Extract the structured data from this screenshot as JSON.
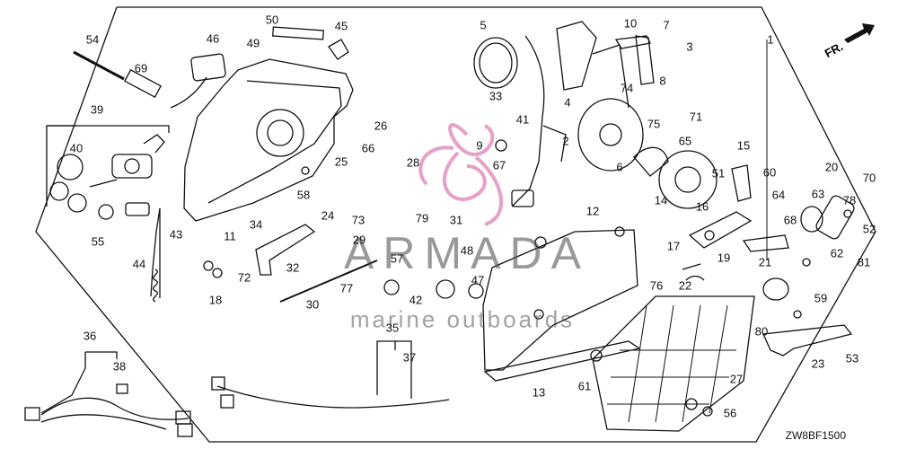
{
  "diagram": {
    "code": "ZW8BF1500",
    "direction_label": "FR.",
    "watermark": {
      "title": "ARMADA",
      "subtitle": "marine outboards",
      "color": "#e7a0c8"
    },
    "callouts": [
      "1",
      "2",
      "3",
      "4",
      "5",
      "6",
      "7",
      "8",
      "9",
      "10",
      "11",
      "12",
      "13",
      "14",
      "15",
      "16",
      "17",
      "18",
      "19",
      "20",
      "21",
      "22",
      "23",
      "24",
      "25",
      "26",
      "27",
      "28",
      "29",
      "30",
      "31",
      "32",
      "33",
      "34",
      "35",
      "36",
      "37",
      "38",
      "39",
      "40",
      "41",
      "42",
      "43",
      "44",
      "45",
      "46",
      "47",
      "48",
      "49",
      "50",
      "51",
      "52",
      "53",
      "54",
      "55",
      "56",
      "57",
      "58",
      "59",
      "60",
      "61",
      "62",
      "63",
      "64",
      "65",
      "66",
      "67",
      "68",
      "69",
      "70",
      "71",
      "72",
      "73",
      "74",
      "75",
      "76",
      "77",
      "78",
      "79",
      "80",
      "81"
    ]
  }
}
